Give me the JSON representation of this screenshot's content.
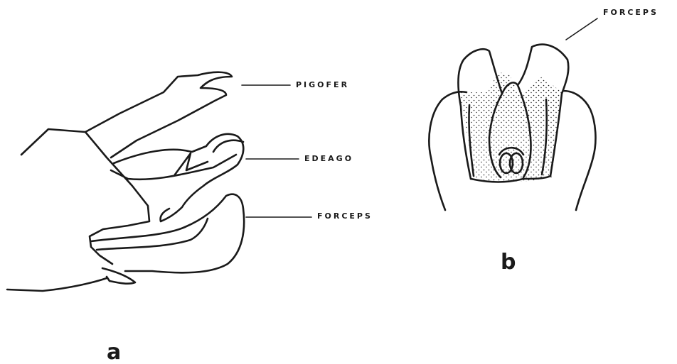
{
  "labels": {
    "pigofer": "PIGOFER",
    "edeago": "EDEAGO",
    "forceps_a": "FORCEPS",
    "forceps_b": "FORCEPS"
  },
  "panels": {
    "a": "a",
    "b": "b"
  },
  "colors": {
    "ink": "#1a1a1a",
    "background": "#ffffff"
  }
}
